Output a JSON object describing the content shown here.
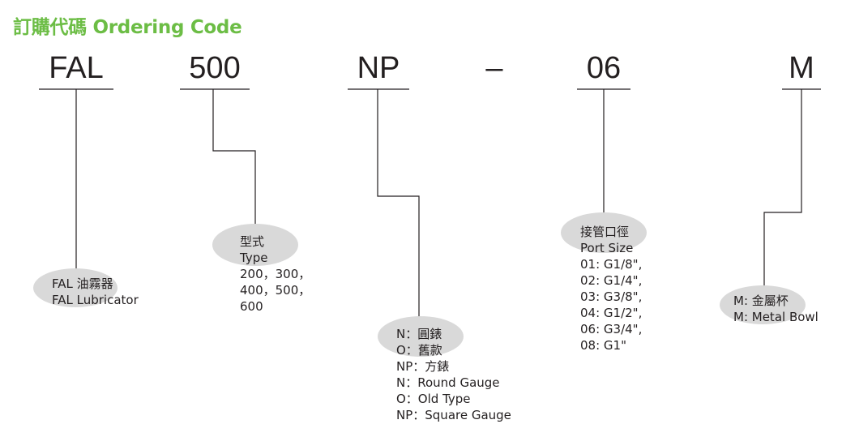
{
  "header": {
    "title": "訂購代碼 Ordering Code"
  },
  "codes": {
    "series": "FAL",
    "type": "500",
    "gauge": "NP",
    "dash": "–",
    "port": "06",
    "bowl": "M"
  },
  "descriptions": {
    "series": {
      "lines": [
        "FAL 油霧器",
        "FAL Lubricator"
      ]
    },
    "type": {
      "lines": [
        "型式",
        "Type",
        "200，300，",
        "400，500，",
        "600"
      ]
    },
    "gauge": {
      "lines": [
        "N：圓錶",
        "O：舊款",
        "NP：方錶",
        "N：Round Gauge",
        "O：Old Type",
        "NP：Square Gauge"
      ]
    },
    "port": {
      "lines": [
        "接管口徑",
        "Port Size",
        "01: G1/8\",",
        "02: G1/4\",",
        "03: G3/8\",",
        "04: G1/2\",",
        "06: G3/4\",",
        "08: G1\""
      ]
    },
    "bowl": {
      "lines": [
        "M: 金屬杯",
        "M: Metal Bowl"
      ]
    }
  },
  "colors": {
    "title": "#6cbd45",
    "ellipse": "#d9d9d9",
    "text": "#231f20"
  }
}
